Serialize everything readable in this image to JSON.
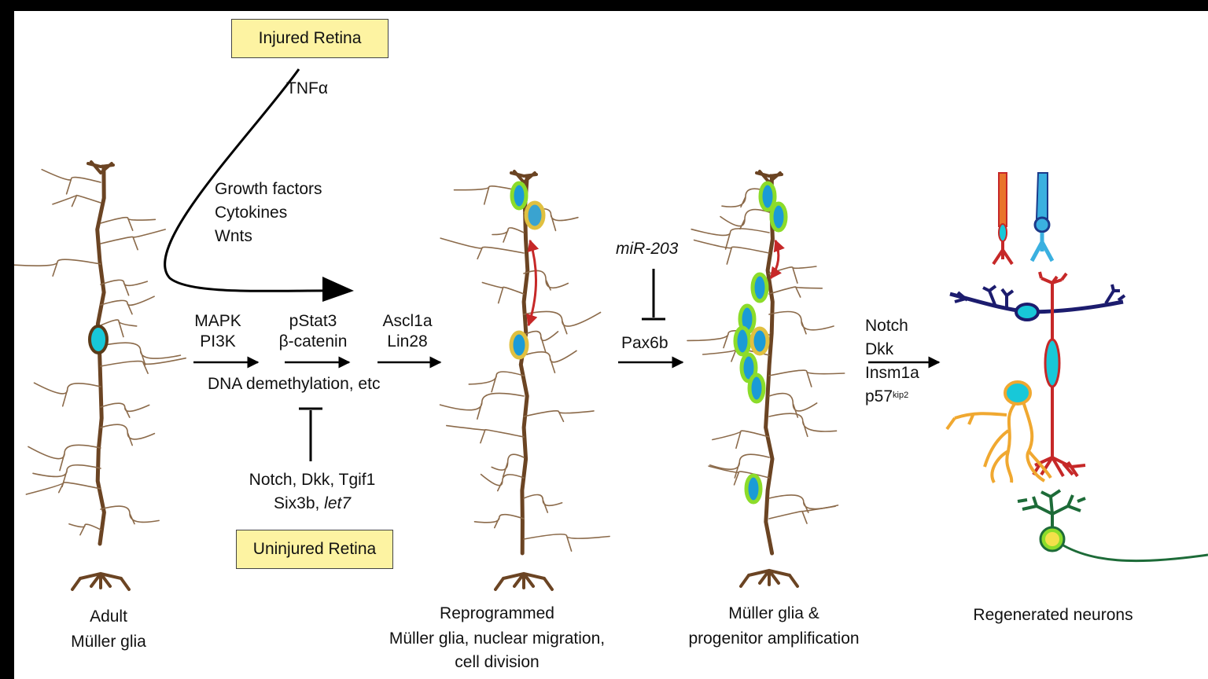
{
  "boxes": {
    "injured": "Injured Retina",
    "uninjured": "Uninjured Retina"
  },
  "signals": {
    "tnf": "TNFα",
    "growth": [
      "Growth factors",
      "Cytokines",
      "Wnts"
    ]
  },
  "pathway": {
    "kinases": [
      "MAPK",
      "PI3K"
    ],
    "transcription": [
      "pStat3",
      "β-catenin"
    ],
    "reprogramming": [
      "Ascl1a",
      "Lin28"
    ],
    "dna": "DNA demethylation, etc",
    "mir": "miR-203",
    "pax": "Pax6b"
  },
  "inhibitors": {
    "line1": "Notch, Dkk, Tgif1",
    "line2_a": "Six3b, ",
    "line2_b": "let7"
  },
  "final_factors": {
    "notch": "Notch",
    "dkk": "Dkk",
    "insm": "Insm1a",
    "p57": "p57",
    "p57_sup": "kip2"
  },
  "captions": {
    "adult": [
      "Adult",
      "Müller glia"
    ],
    "reprogrammed": [
      "Reprogrammed",
      "Müller glia, nuclear migration,",
      "cell division"
    ],
    "amplification": [
      "Müller glia &",
      "progenitor amplification"
    ],
    "regenerated": "Regenerated neurons"
  },
  "colors": {
    "glia": "#6b4423",
    "branch": "#8b6a4a",
    "nucleus": "#18c8d8",
    "progenitor": "#8cdc2a",
    "arrow_red": "#c62828",
    "rod": "#c62828",
    "cone": "#3ab0e0",
    "bipolar": "#1c1c6e",
    "amacrine": "#f0a830",
    "ganglion": "#1d6b38"
  }
}
